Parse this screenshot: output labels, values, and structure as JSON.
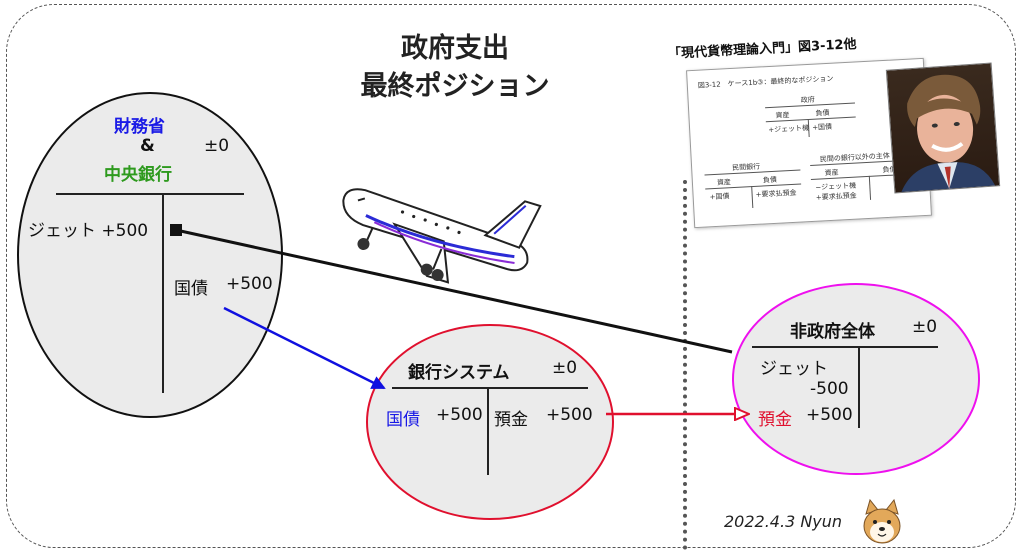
{
  "title": {
    "line1": "政府支出",
    "line2": "最終ポジション"
  },
  "gov": {
    "ministry": "財務省",
    "amp": "&",
    "central_bank": "中央銀行",
    "total": "±0",
    "asset": "ジェット +500",
    "liability_label": "国債",
    "liability_value": "+500"
  },
  "bank": {
    "name": "銀行システム",
    "total": "±0",
    "asset_label": "国債",
    "asset_value": "+500",
    "liability_label": "預金",
    "liability_value": "+500"
  },
  "nongov": {
    "name": "非政府全体",
    "total": "±0",
    "jet_label": "ジェット",
    "jet_value": "-500",
    "deposit_label": "預金",
    "deposit_value": "+500"
  },
  "doc": {
    "caption": "「現代貨幣理論入門」図3-12他",
    "heading": "図3-12　ケース1b③：最終的なポジション",
    "gov_label": "政府",
    "asset_hdr": "資産",
    "liab_hdr": "負債",
    "gov_asset": "+ジェット機",
    "gov_liab": "+国債",
    "bank_label": "民間銀行",
    "bank_asset": "+国債",
    "bank_liab": "+要求払預金",
    "nonbank_label": "民間の銀行以外の主体",
    "nonbank_asset1": "−ジェット機",
    "nonbank_asset2": "+要求払預金"
  },
  "date": "2022.4.3 Nyun",
  "colors": {
    "ministry": "#1a1ae6",
    "central_bank": "#2e9a1e",
    "deposit_red": "#e0102e",
    "blue_arrow": "#1010e0",
    "pink": "#ee10ee"
  },
  "icons": {
    "airplane": "airplane-icon",
    "portrait": "person-photo-icon",
    "dog": "shiba-dog-icon"
  }
}
